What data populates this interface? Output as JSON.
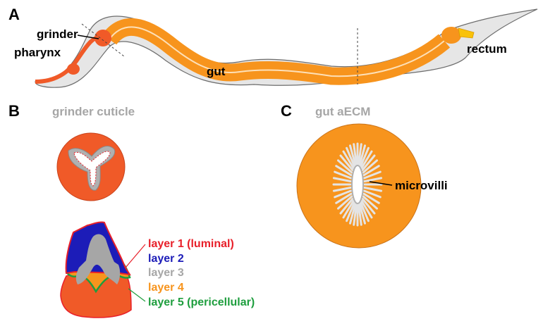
{
  "panels": {
    "a": {
      "letter": "A",
      "labels": {
        "grinder": "grinder",
        "pharynx": "pharynx",
        "gut": "gut",
        "rectum": "rectum"
      }
    },
    "b": {
      "letter": "B",
      "title": "grinder cuticle",
      "layers": [
        {
          "label": "layer 1 (luminal)",
          "color": "#e8202a"
        },
        {
          "label": "layer 2",
          "color": "#1c1cb8"
        },
        {
          "label": "layer 3",
          "color": "#a6a6a6"
        },
        {
          "label": "layer 4",
          "color": "#f7941d"
        },
        {
          "label": "layer 5 (pericellular)",
          "color": "#1e9e3e"
        }
      ]
    },
    "c": {
      "letter": "C",
      "title": "gut aECM",
      "labels": {
        "microvilli": "microvilli"
      }
    }
  },
  "colors": {
    "gut": "#f7941d",
    "pharynx": "#f05a28",
    "body": "#e6e6e6",
    "rectum": "#f9c20a",
    "layer2": "#1c1cb8",
    "layer3": "#a6a6a6",
    "layer5": "#1e9e3e",
    "outline": "#6d6d6d"
  }
}
